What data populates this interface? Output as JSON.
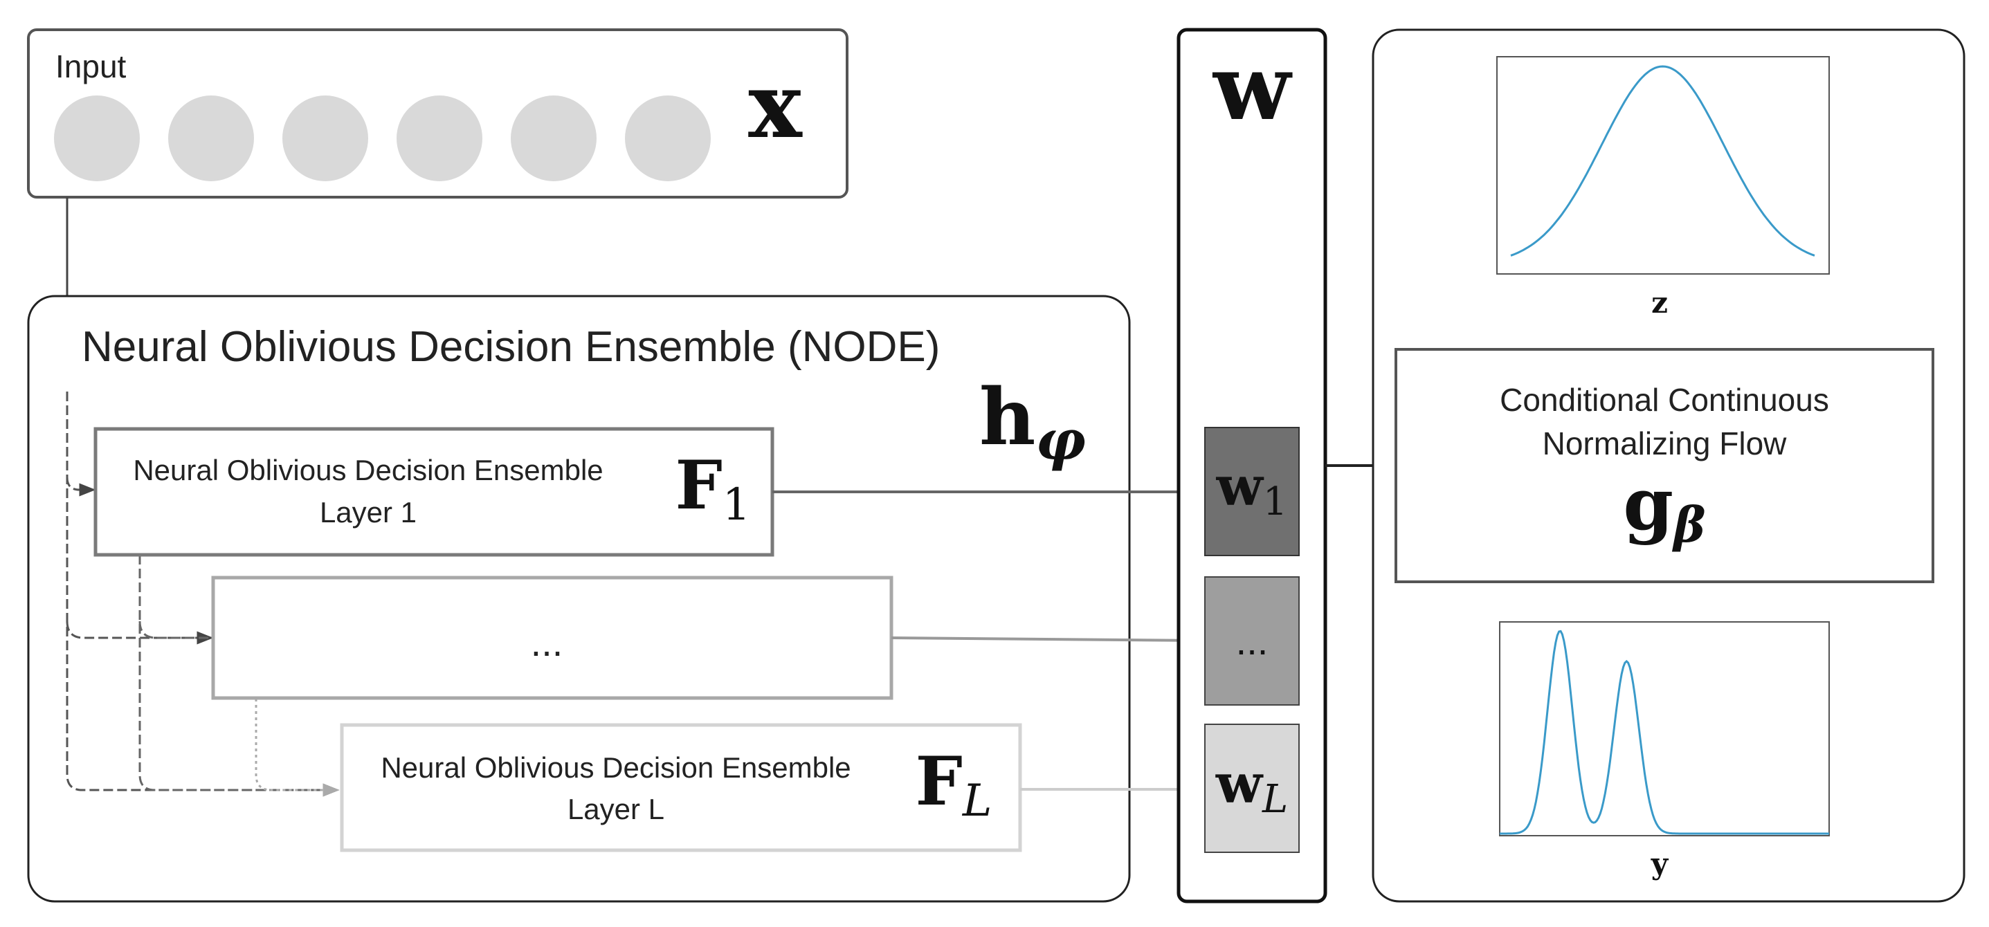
{
  "input": {
    "label": "Input",
    "node_count": 6,
    "symbol": "x"
  },
  "node": {
    "title": "Neural Oblivious Decision Ensemble (NODE)",
    "symbol": "h",
    "symbol_sub": "φ",
    "layers": [
      {
        "line1": "Neural Oblivious Decision Ensemble",
        "line2": "Layer 1",
        "symbol": "F",
        "symbol_sub": "1",
        "ellipsis": ""
      },
      {
        "line1": "",
        "line2": "",
        "symbol": "",
        "symbol_sub": "",
        "ellipsis": "..."
      },
      {
        "line1": "Neural Oblivious Decision Ensemble",
        "line2": "Layer L",
        "symbol": "F",
        "symbol_sub": "L",
        "ellipsis": ""
      }
    ]
  },
  "weights": {
    "symbol": "w",
    "cells": [
      {
        "symbol": "w",
        "symbol_sub": "1",
        "text": ""
      },
      {
        "symbol": "",
        "symbol_sub": "",
        "text": "..."
      },
      {
        "symbol": "w",
        "symbol_sub": "L",
        "text": ""
      }
    ]
  },
  "flow": {
    "line1": "Conditional Continuous",
    "line2": "Normalizing Flow",
    "symbol": "g",
    "symbol_sub": "β",
    "top_plot_label": "z",
    "bottom_plot_label": "y"
  },
  "colors": {
    "input_node": "#d9d9d9",
    "layer1_border": "#7a7a7a",
    "layer2_border": "#a8a8a8",
    "layerL_border": "#d3d3d3",
    "w1_fill": "#707070",
    "w2_fill": "#9e9e9e",
    "wL_fill": "#d8d8d8",
    "curve": "#3a9ac9"
  }
}
